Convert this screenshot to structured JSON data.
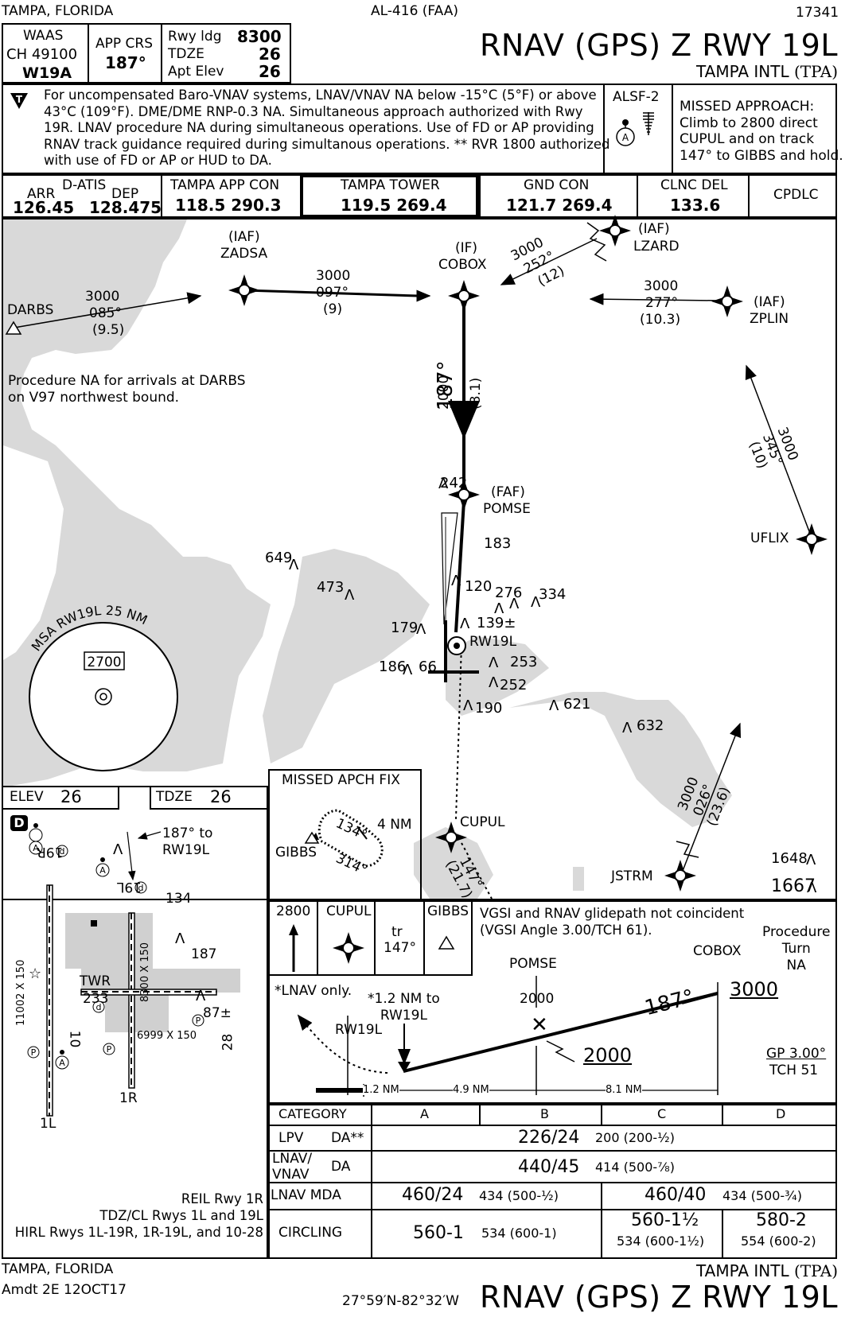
{
  "header": {
    "location": "TAMPA, FLORIDA",
    "chart_id": "AL-416 (FAA)",
    "procedure_number": "17341",
    "waas_label": "WAAS",
    "waas_ch": "CH 49100",
    "waas_id": "W19A",
    "app_crs_label": "APP CRS",
    "app_crs_value": "187°",
    "rwy_ldg_label": "Rwy ldg",
    "rwy_ldg_value": "8300",
    "tdze_label": "TDZE",
    "tdze_value": "26",
    "apt_elev_label": "Apt Elev",
    "apt_elev_value": "26",
    "title": "RNAV (GPS) Z RWY 19L",
    "airport_name": "TAMPA INTL",
    "airport_id": "(TPA)"
  },
  "notes": {
    "icon": "T",
    "lines": [
      "For uncompensated Baro-VNAV systems, LNAV/VNAV NA  below -15°C (5°F) or above",
      "43°C (109°F). DME/DME RNP-0.3 NA. Simultaneous approach authorized with Rwy",
      "19R.  LNAV procedure NA during simultaneous operations. Use of FD or AP providing",
      "RNAV track guidance required during simultanous operations. ** RVR 1800 authorized",
      "with use of FD or AP or HUD to DA."
    ],
    "lighting": "ALSF-2",
    "lighting_symbol": "A",
    "missed_approach": [
      "MISSED APPROACH:",
      "Climb to 2800 direct",
      "CUPUL and on track",
      "147° to GIBBS and hold."
    ]
  },
  "comms": {
    "datis_label": "D-ATIS",
    "arr_label": "ARR",
    "arr_freq": "126.45",
    "dep_label": "DEP",
    "dep_freq": "128.475",
    "app_label": "TAMPA APP CON",
    "app_freq": "118.5  290.3",
    "tower_label": "TAMPA TOWER",
    "tower_freq": "119.5  269.4",
    "gnd_label": "GND CON",
    "gnd_freq": "121.7  269.4",
    "clnc_label": "CLNC DEL",
    "clnc_freq": "133.6",
    "cpdlc": "CPDLC"
  },
  "plan": {
    "fixes": {
      "zadsa_type": "(IAF)",
      "zadsa": "ZADSA",
      "cobox_type": "(IF)",
      "cobox": "COBOX",
      "lzard_type": "(IAF)",
      "lzard": "LZARD",
      "zplin_type": "(IAF)",
      "zplin": "ZPLIN",
      "darbs": "DARBS",
      "pomse_type": "(FAF)",
      "pomse": "POMSE",
      "uflix": "UFLIX",
      "cupul": "CUPUL",
      "jstrm": "JSTRM",
      "rw19l": "RW19L"
    },
    "legs": {
      "darbs_alt": "3000",
      "darbs_crs": "085°",
      "darbs_dist": "(9.5)",
      "zadsa_alt": "3000",
      "zadsa_crs": "097°",
      "zadsa_dist": "(9)",
      "lzard_alt": "3000",
      "lzard_crs": "252°",
      "lzard_dist": "(12)",
      "zplin_alt": "3000",
      "zplin_crs": "277°",
      "zplin_dist": "(10.3)",
      "final_alt": "2000",
      "final_crs": "187°",
      "final_dist": "(8.1)",
      "uflix_alt": "3000",
      "uflix_crs": "345°",
      "uflix_dist": "(10)",
      "jstrm_alt": "3000",
      "jstrm_crs": "026°",
      "jstrm_dist": "(23.6)",
      "missed_crs": "147°",
      "missed_dist": "(21.7)"
    },
    "note": [
      "Procedure NA for arrivals at DARBS",
      "on V97 northwest bound."
    ],
    "msa_label": "MSA RW19L 25 NM",
    "msa_alt": "2700",
    "obstacles": [
      "242",
      "649",
      "473",
      "183",
      "120",
      "276",
      "334",
      "139±",
      "179",
      "253",
      "186",
      "66",
      "252",
      "190",
      "621",
      "632",
      "1648",
      "1667"
    ]
  },
  "missed_fix": {
    "title": "MISSED APCH FIX",
    "gibbs": "GIBBS",
    "inbound": "134°",
    "outbound": "314°",
    "leg": "4 NM"
  },
  "airport": {
    "elev_label": "ELEV",
    "elev_value": "26",
    "tdze_label": "TDZE",
    "tdze_value": "26",
    "d_badge": "D",
    "course_note": [
      "187° to",
      "RW19L"
    ],
    "rwy_19r": "19R",
    "rwy_19l": "19L",
    "rwy_1l": "1L",
    "rwy_1r": "1R",
    "rwy_10": "10",
    "rwy_28": "28",
    "tower": "TWR",
    "tower_height": "233",
    "dim_1l": "11002 X 150",
    "dim_1r": "8300 X 150",
    "dim_10": "6999 X 150",
    "obs_134": "134",
    "obs_187": "187",
    "obs_87": "87±",
    "lighting": [
      "REIL Rwy 1R",
      "TDZ/CL Rwys 1L and 19L",
      "HIRL Rwys 1L-19R, 1R-19L, and 10-28"
    ]
  },
  "profile": {
    "icons": {
      "climb": "2800",
      "fix": "CUPUL",
      "track": "tr",
      "track_value": "147°",
      "hold": "GIBBS"
    },
    "vgsi_note": [
      "VGSI and RNAV glidepath not coincident",
      "(VGSI Angle 3.00/TCH 61)."
    ],
    "proc_turn": [
      "Procedure",
      "Turn",
      "NA"
    ],
    "cobox": "COBOX",
    "cobox_alt": "3000",
    "pomse": "POMSE",
    "pomse_alt": "2000",
    "glideslope_alt": "2000",
    "course": "187°",
    "lnav_only": "*LNAV only.",
    "lnav_note": [
      "*1.2 NM to",
      "RW19L"
    ],
    "rw19l": "RW19L",
    "gp": "GP 3.00°",
    "tch": "TCH 51",
    "dist_1": "1.2 NM",
    "dist_2": "4.9 NM",
    "dist_3": "8.1 NM"
  },
  "minimums": {
    "category_label": "CATEGORY",
    "cats": [
      "A",
      "B",
      "C",
      "D"
    ],
    "lpv_label": "LPV",
    "lpv_da": "DA**",
    "lpv_value": "226/24",
    "lpv_hat": "200 (200-½)",
    "lnavvnav_label1": "LNAV/",
    "lnavvnav_label2": "VNAV",
    "lnavvnav_da": "DA",
    "lnavvnav_value": "440/45",
    "lnavvnav_hat": "414 (500-⅞)",
    "lnav_label": "LNAV  MDA",
    "lnav_ab": "460/24",
    "lnav_ab_hat": "434 (500-½)",
    "lnav_cd": "460/40",
    "lnav_cd_hat": "434 (500-¾)",
    "circling_label": "CIRCLING",
    "circ_ab": "560-1",
    "circ_ab_hat": "534 (600-1)",
    "circ_c": "560-1½",
    "circ_c_hat": "534 (600-1½)",
    "circ_d": "580-2",
    "circ_d_hat": "554 (600-2)"
  },
  "footer": {
    "location": "TAMPA, FLORIDA",
    "amendment": "Amdt 2E  12OCT17",
    "coords": "27°59′N-82°32′W",
    "airport_name": "TAMPA INTL",
    "airport_id": "(TPA)",
    "title": "RNAV (GPS) Z RWY 19L"
  }
}
